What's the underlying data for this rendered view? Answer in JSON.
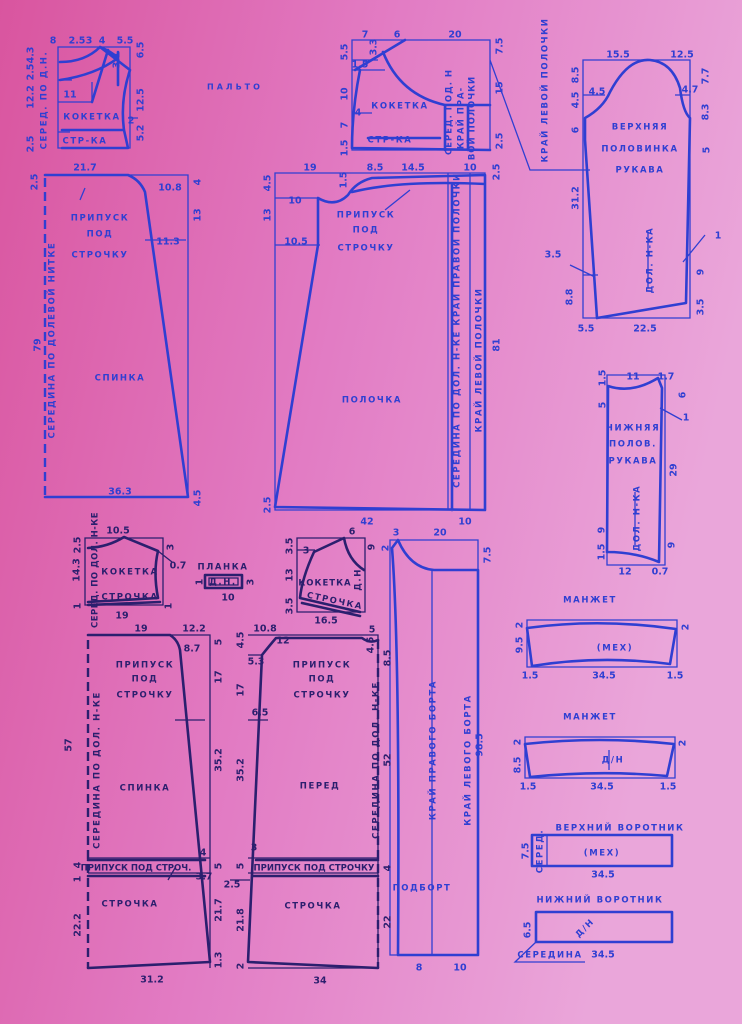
{
  "title": "ПАЛЬТО",
  "colors": {
    "paper": "#e07cc6",
    "ink_blue": "#2f3fd2",
    "ink_dark": "#2b1f6e"
  },
  "pieces": {
    "back_yoke": {
      "ink": "blue",
      "labels": [
        "КОКЕТКА",
        "СЕРЕД. ПО Д.Н.",
        "СТР-КА"
      ],
      "dims": [
        "8",
        "2.5",
        "3",
        "4",
        "5.5",
        "6.5",
        "4.3",
        "2.5",
        "12.2",
        "12.5",
        "2",
        "5.2",
        "2.5",
        "11",
        "3.1"
      ]
    },
    "back": {
      "ink": "blue",
      "labels": [
        "ПРИПУСК",
        "ПОД",
        "СТРОЧКУ",
        "СПИНКА",
        "СЕРЕДИНА ПО ДОЛЕВОЙ НИТКЕ"
      ],
      "dims": [
        "21.7",
        "10.8",
        "4",
        "13",
        "11.3",
        "2.5",
        "79",
        "36.3",
        "4.5"
      ]
    },
    "front_yoke": {
      "ink": "blue",
      "labels": [
        "КОКЕТКА",
        "СТР-КА",
        "СЕРЕД. ПОД. Н",
        "КРАЙ ПРА-",
        "ВОЙ ПОЛОЧКИ",
        "КРАЙ ЛЕВОЙ ПОЛОЧКИ"
      ],
      "dims": [
        "7",
        "6",
        "20",
        "5.5",
        "3.3",
        "1.5",
        "10",
        "4",
        "7",
        "1.5",
        "7.5",
        "15",
        "2.5"
      ]
    },
    "front": {
      "ink": "blue",
      "labels": [
        "ПРИПУСК",
        "ПОД",
        "СТРОЧКУ",
        "ПОЛОЧКА",
        "СЕРЕДИНА ПО ДОЛ. Н-КЕ КРАЙ ПРАВОЙ ПОЛОЧКИ",
        "КРАЙ ЛЕВОЙ ПОЛОЧКИ"
      ],
      "dims": [
        "19",
        "8.5",
        "14.5",
        "10",
        "4.5",
        "2.5",
        "13",
        "10",
        "10.5",
        "81",
        "2.5",
        "42",
        "10",
        "1.5"
      ]
    },
    "sleeve_upper": {
      "ink": "blue",
      "labels": [
        "ВЕРХНЯЯ",
        "ПОЛОВИНКА",
        "РУКАВА",
        "ДОЛ. Н-КА"
      ],
      "dims": [
        "15.5",
        "12.5",
        "8.5",
        "4.5",
        "6",
        "31.2",
        "3.5",
        "8.8",
        "5.5",
        "22.5",
        "7.7",
        "8.3",
        "5",
        "9",
        "3.5",
        "4.5",
        "4.7",
        "1"
      ]
    },
    "sleeve_lower": {
      "ink": "blue",
      "labels": [
        "НИЖНЯЯ",
        "ПОЛОВ.",
        "РУКАВА",
        "ДОЛ. Н-КА"
      ],
      "dims": [
        "1.5",
        "11",
        "1.7",
        "5",
        "6",
        "29",
        "9",
        "9",
        "1.5",
        "12",
        "0.7",
        "1"
      ]
    },
    "small_back_yoke": {
      "ink": "dark",
      "labels": [
        "КОКЕТКА",
        "СЕРЕД. ПО ДОЛ. Н-КЕ",
        "СТРОЧКА"
      ],
      "dims": [
        "10.5",
        "2.5",
        "14.3",
        "3",
        "0.7",
        "19",
        "1",
        "1"
      ]
    },
    "planka": {
      "ink": "dark",
      "labels": [
        "ПЛАНКА",
        "Д.Н."
      ],
      "dims": [
        "3",
        "10",
        "1"
      ]
    },
    "small_front_yoke": {
      "ink": "dark",
      "labels": [
        "КОКЕТКА",
        "СТРОЧКА",
        "Д.Н."
      ],
      "dims": [
        "6",
        "3.5",
        "13",
        "3.5",
        "3",
        "9",
        "16.5"
      ]
    },
    "lower_back": {
      "ink": "dark",
      "labels": [
        "ПРИПУСК",
        "ПОД",
        "СТРОЧКУ",
        "СПИНКА",
        "СЕРЕДИНА ПО ДОЛ. Н-КЕ",
        "ПРИПУСК ПОД СТРОЧ.",
        "СТРОЧКА"
      ],
      "dims": [
        "19",
        "12.2",
        "8.7",
        "5",
        "17",
        "35.2",
        "4",
        "5",
        "3.7",
        "21.7",
        "1.3",
        "57",
        "4",
        "1",
        "22.2",
        "31.2"
      ]
    },
    "lower_front": {
      "ink": "dark",
      "labels": [
        "ПРИПУСК",
        "ПОД",
        "СТРОЧКУ",
        "ПЕРЕД",
        "СЕРЕДИНА ПО ДОЛ. Н-КЕ",
        "ПРИПУСК ПОД СТРОЧКУ",
        "СТРОЧКА"
      ],
      "dims": [
        "10.8",
        "12",
        "4.5",
        "5.3",
        "17",
        "6.5",
        "35.2",
        "3",
        "5",
        "2.5",
        "21.8",
        "2",
        "34",
        "5",
        "4.5",
        "8.5",
        "52",
        "4",
        "22"
      ]
    },
    "podbort": {
      "ink": "blue",
      "labels": [
        "КРАЙ ПРАВОГО БОРТА",
        "КРАЙ ЛЕВОГО БОРТА",
        "ПОДБОРТ"
      ],
      "dims": [
        "3",
        "20",
        "2",
        "7.5",
        "98.5",
        "8",
        "10"
      ]
    },
    "cuff_fur": {
      "ink": "blue",
      "labels": [
        "МАНЖЕТ",
        "(МЕХ)"
      ],
      "dims": [
        "2",
        "9.5",
        "2",
        "1.5",
        "34.5",
        "1.5"
      ]
    },
    "cuff_dn": {
      "ink": "blue",
      "labels": [
        "МАНЖЕТ",
        "Д/Н"
      ],
      "dims": [
        "2",
        "8.5",
        "2",
        "1.5",
        "34.5",
        "1.5"
      ]
    },
    "upper_collar": {
      "ink": "blue",
      "labels": [
        "ВЕРХНИЙ ВОРОТНИК",
        "СЕРЕД.",
        "(МЕХ)"
      ],
      "dims": [
        "7.5",
        "34.5"
      ]
    },
    "lower_collar": {
      "ink": "blue",
      "labels": [
        "НИЖНИЙ ВОРОТНИК",
        "Д/Н",
        "СЕРЕДИНА"
      ],
      "dims": [
        "6.5",
        "34.5"
      ]
    }
  }
}
